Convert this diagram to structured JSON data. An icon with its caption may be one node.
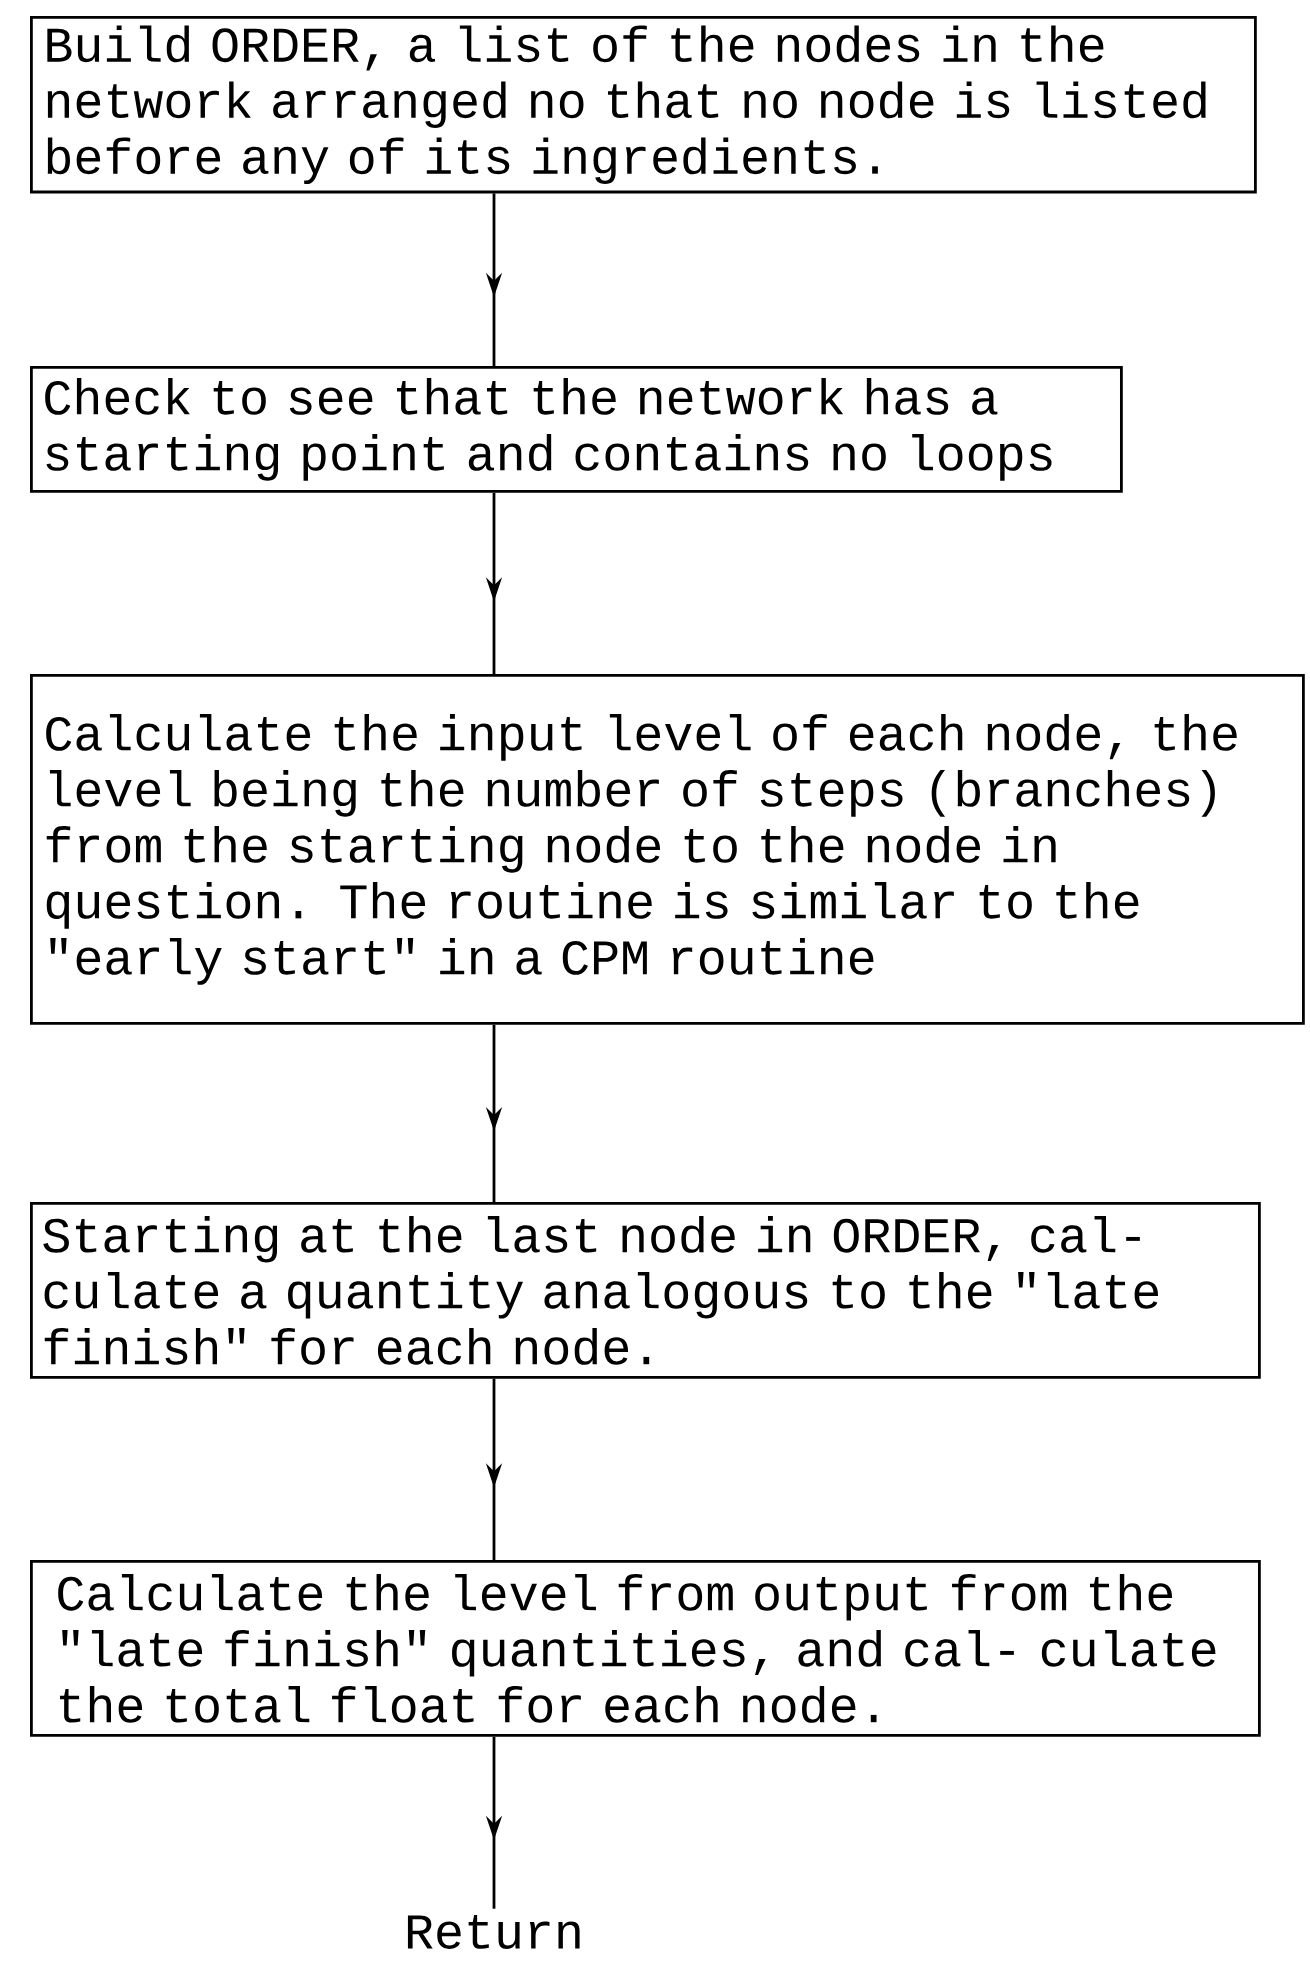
{
  "diagram": {
    "nodes": [
      {
        "text": [
          "Build ORDER, a list of the nodes in the network arranged no that no node is listed before any of its ingredients."
        ]
      },
      {
        "text": [
          "Check to see that the network has a starting point and contains no loops"
        ]
      },
      {
        "text": [
          "Calculate the input level of each node, the level being the number of steps (branches) from the starting node to the node in question. The routine is similar to the \"early start\" in a CPM routine"
        ]
      },
      {
        "text": [
          "Starting at the last node in ORDER, cal- culate a quantity analogous to the \"late finish\" for each node."
        ]
      },
      {
        "text": [
          "Calculate the level from output from the \"late finish\" quantities, and cal- culate the total float for each node."
        ]
      },
      {
        "text": [
          "Return"
        ]
      }
    ],
    "edges": [
      {
        "from": 0,
        "to": 1,
        "arrow": "to"
      },
      {
        "from": 1,
        "to": 2,
        "arrow": "to"
      },
      {
        "from": 2,
        "to": 3,
        "arrow": "to"
      },
      {
        "from": 3,
        "to": 4,
        "arrow": "to"
      },
      {
        "from": 4,
        "to": 5,
        "arrow": "to"
      }
    ]
  }
}
